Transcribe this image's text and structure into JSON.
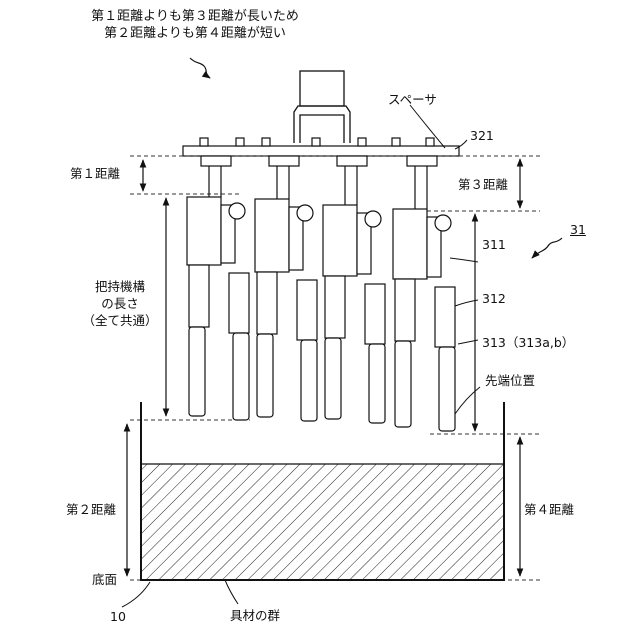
{
  "note": {
    "line1": "第１距離よりも第３距離が長いため",
    "line2": "第２距離よりも第４距離が短い"
  },
  "labels": {
    "spacer": "スペーサ",
    "ref_321": "321",
    "dist1": "第１距離",
    "dist3": "第３距離",
    "ref_31": "31",
    "ref_311": "311",
    "ref_312": "312",
    "ref_313": "313（313a,b）",
    "tip_position": "先端位置",
    "grip_length_1": "把持機構",
    "grip_length_2": "の長さ",
    "grip_length_3": "（全て共通）",
    "dist2": "第２距離",
    "dist4": "第４距離",
    "bottom": "底面",
    "ref_10": "10",
    "ingredients": "具材の群"
  }
}
